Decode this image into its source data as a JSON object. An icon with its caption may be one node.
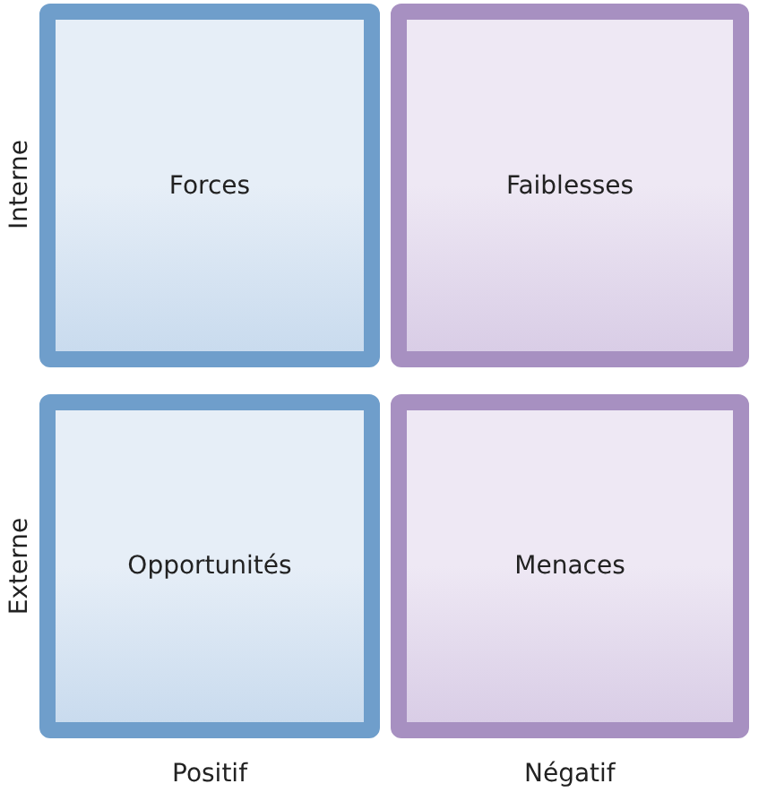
{
  "diagram": {
    "nodes": [
      {
        "text": [
          "Forces"
        ]
      },
      {
        "text": [
          "Faiblesses"
        ]
      },
      {
        "text": [
          "Opportunités"
        ]
      },
      {
        "text": [
          "Menaces"
        ]
      }
    ],
    "labels": [
      "Interne",
      "Externe",
      "Positif",
      "Négatif"
    ]
  }
}
